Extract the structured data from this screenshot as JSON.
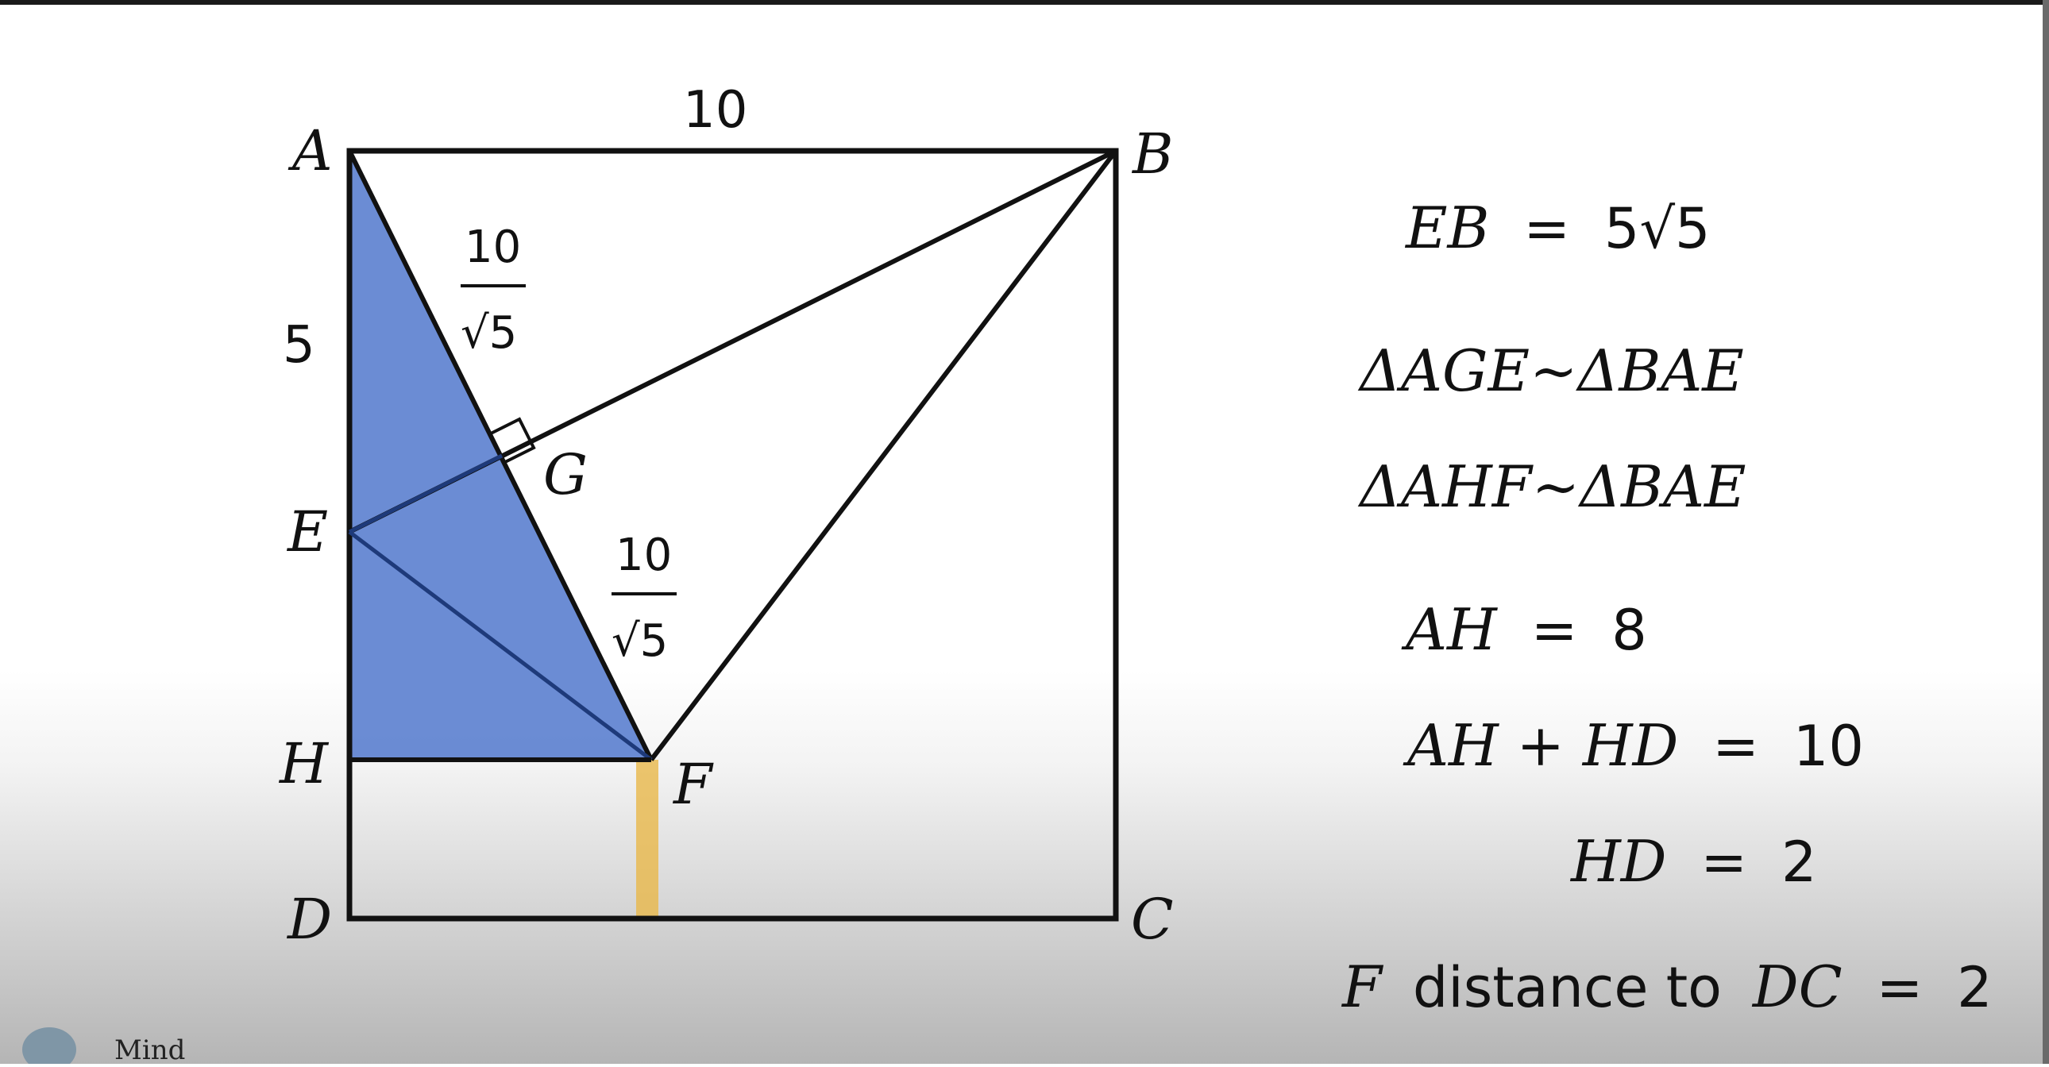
{
  "diagram": {
    "points": {
      "A": "A",
      "B": "B",
      "C": "C",
      "D": "D",
      "E": "E",
      "F": "F",
      "G": "G",
      "H": "H"
    },
    "side_labels": {
      "top": "10",
      "left_upper": "5",
      "frac_num_1": "10",
      "frac_den_1": "√5",
      "frac_num_2": "10",
      "frac_den_2": "√5"
    },
    "colors": {
      "shaded_triangle": "#5b7fcf",
      "highlight_segment": "#e8b84a",
      "line": "#111111",
      "background_gradient_bottom": "#b5b5b5"
    }
  },
  "equations": [
    {
      "lhs": "EB",
      "op": "=",
      "rhs": "5√5"
    },
    {
      "lhs": "ΔAGE~ΔBAE",
      "op": "",
      "rhs": ""
    },
    {
      "lhs": "ΔAHF~ΔBAE",
      "op": "",
      "rhs": ""
    },
    {
      "lhs": "AH",
      "op": "=",
      "rhs": "8"
    },
    {
      "lhs": "AH + HD",
      "op": "=",
      "rhs": "10"
    },
    {
      "lhs": "HD",
      "op": "=",
      "rhs": "2"
    }
  ],
  "final_equation": {
    "var": "F",
    "words": "distance to",
    "target": "DC",
    "op": "=",
    "value": "2"
  },
  "watermark": {
    "text": "Mind"
  }
}
